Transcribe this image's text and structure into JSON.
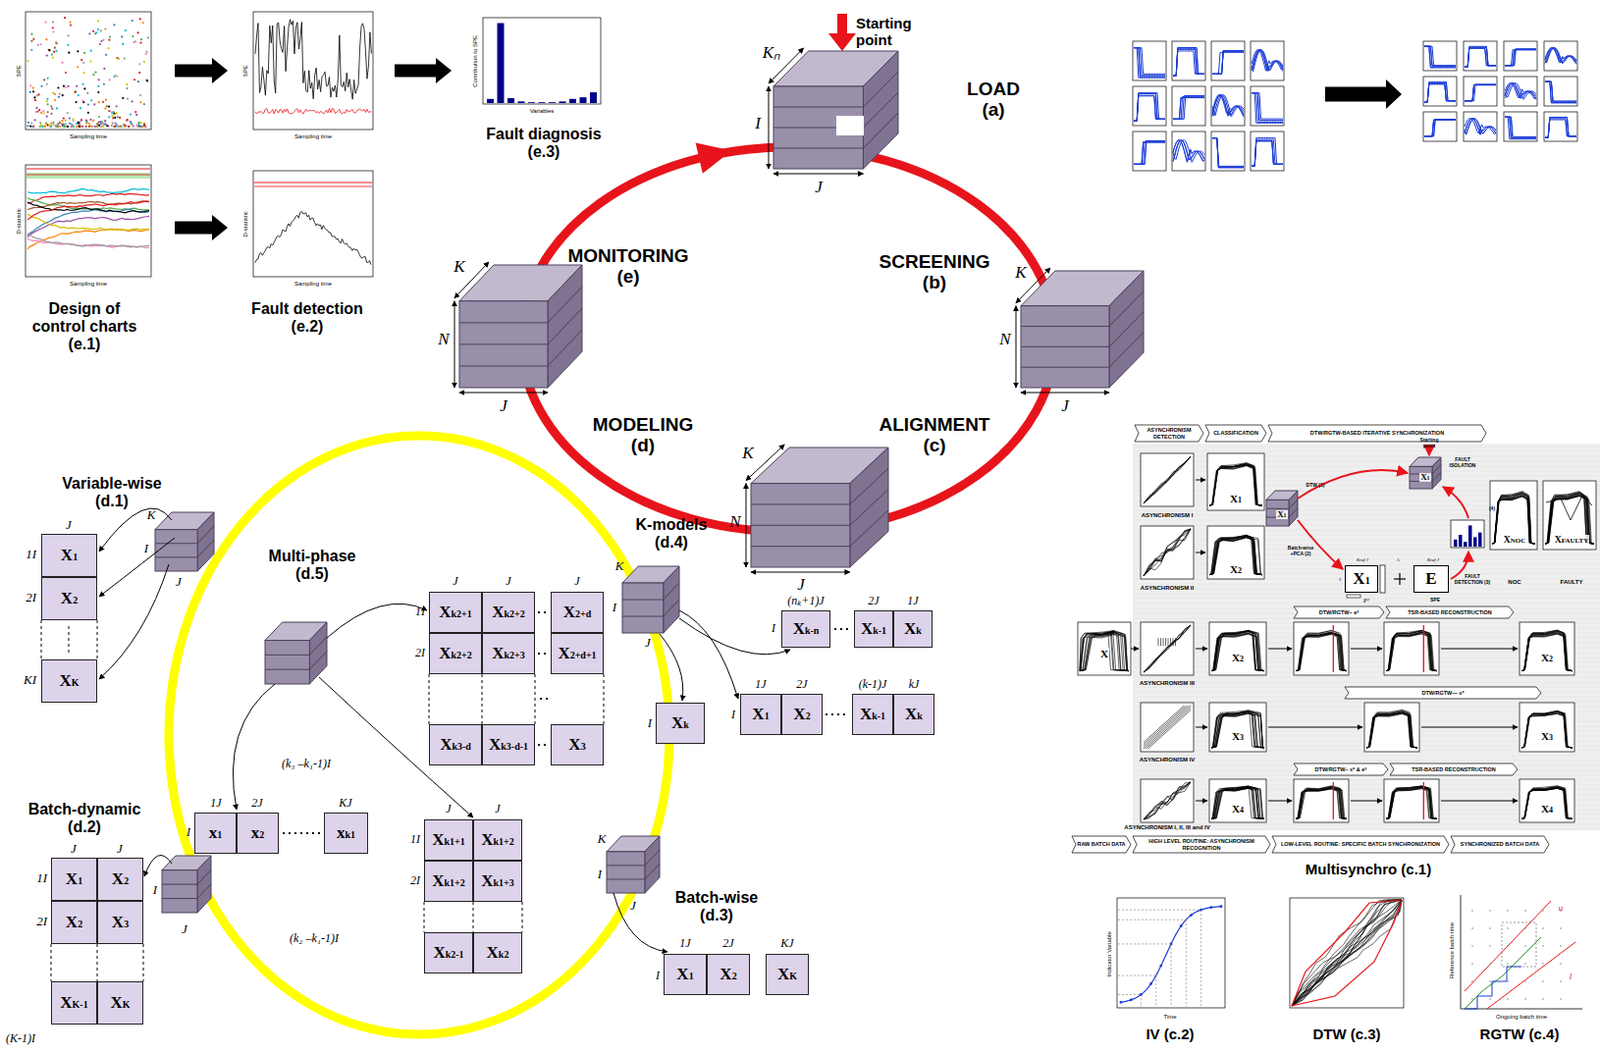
{
  "diagram": {
    "nodes": [
      {
        "text": [
          "X1"
        ]
      },
      {
        "text": [
          "X2"
        ]
      },
      {
        "text": [
          "XK"
        ]
      },
      {
        "text": [
          "X1"
        ]
      },
      {
        "text": [
          "X2"
        ]
      },
      {
        "text": [
          "X2"
        ]
      },
      {
        "text": [
          "X3"
        ]
      },
      {
        "text": [
          "XK-1"
        ]
      },
      {
        "text": [
          "XK"
        ]
      },
      {
        "text": [
          "x1"
        ]
      },
      {
        "text": [
          "x2"
        ]
      },
      {
        "text": [
          "xk1"
        ]
      },
      {
        "text": [
          "Xk2+1"
        ]
      },
      {
        "text": [
          "Xk2+2"
        ]
      },
      {
        "text": [
          "X2+d"
        ]
      },
      {
        "text": [
          "Xk2+2"
        ]
      },
      {
        "text": [
          "Xk2+3"
        ]
      },
      {
        "text": [
          "X2+d+1"
        ]
      },
      {
        "text": [
          "Xk3-d"
        ]
      },
      {
        "text": [
          "Xk3-d-1"
        ]
      },
      {
        "text": [
          "X3"
        ]
      },
      {
        "text": [
          "Xk1+1"
        ]
      },
      {
        "text": [
          "Xk1+2"
        ]
      },
      {
        "text": [
          "Xk1+2"
        ]
      },
      {
        "text": [
          "Xk1+3"
        ]
      },
      {
        "text": [
          "Xk2-1"
        ]
      },
      {
        "text": [
          "Xk2"
        ]
      },
      {
        "text": [
          "Xk"
        ]
      },
      {
        "text": [
          "Xk-n"
        ]
      },
      {
        "text": [
          "Xk-1"
        ]
      },
      {
        "text": [
          "Xk"
        ]
      },
      {
        "text": [
          "X1"
        ]
      },
      {
        "text": [
          "X2"
        ]
      },
      {
        "text": [
          "Xk-1"
        ]
      },
      {
        "text": [
          "Xk"
        ]
      },
      {
        "text": [
          "X1"
        ]
      },
      {
        "text": [
          "X2"
        ]
      },
      {
        "text": [
          "XK"
        ]
      },
      {
        "text": [
          "ASYNCHRONISM DETECTION"
        ]
      },
      {
        "text": [
          "CLASSIFICATION"
        ]
      },
      {
        "text": [
          "DTW/RGTW-BASED ITERATIVE SYNCHRONIZATION"
        ]
      },
      {
        "text": [
          "X1"
        ]
      },
      {
        "text": [
          "E"
        ]
      },
      {
        "text": [
          "DTW/RGTW– eˢ"
        ]
      },
      {
        "text": [
          "TSR-BASED RECONSTRUCTION"
        ]
      },
      {
        "text": [
          "DTW/RGTW— s*"
        ]
      },
      {
        "text": [
          "DTW/RGTW– s* & eˢ"
        ]
      },
      {
        "text": [
          "TSR-BASED RECONSTRUCTION"
        ]
      },
      {
        "text": [
          "RAW BATCH DATA"
        ]
      },
      {
        "text": [
          "HIGH LEVEL ROUTINE: ASYNCHRONISM RECOGNITION"
        ]
      },
      {
        "text": [
          "LOW-LEVEL ROUTINE: SPECIFIC BATCH SYNCHRONIZATION"
        ]
      },
      {
        "text": [
          "SYNCHRONIZED BATCH DATA"
        ]
      }
    ],
    "labels": [
      "Design of control charts (e.1)",
      "Fault detection (e.2)",
      "Fault diagnosis (e.3)",
      "SPE",
      "Sampling time",
      "SPE",
      "Sampling time",
      "Contribution to SPE",
      "Variables",
      "D-statistic",
      "Sampling time",
      "D-statistic",
      "Sampling time",
      "Starting point",
      "LOAD (a)",
      "SCREENING (b)",
      "ALIGNMENT (c)",
      "MODELING (d)",
      "MONITORING (e)",
      "Kₙ",
      "I",
      "J",
      "K",
      "N",
      "J",
      "K",
      "N",
      "J",
      "K",
      "N",
      "J",
      "Variable-wise (d.1)",
      "J",
      "1I",
      "2I",
      "KI",
      "K",
      "I",
      "J",
      "Batch-dynamic (d.2)",
      "J",
      "J",
      "1I",
      "2I",
      "(K-1)I",
      "I",
      "J",
      "Multi-phase (d.5)",
      "1J",
      "2J",
      "KJ",
      "I",
      "(k₃ –k₁-1)I",
      "(k₂ –k₁-1)I",
      "J",
      "J",
      "J",
      "1I",
      "2I",
      "J",
      "J",
      "1I",
      "2I",
      "K-models (d.4)",
      "K",
      "I",
      "J",
      "I",
      "(nₖ+1)J",
      "2J",
      "1J",
      "I",
      "1J",
      "2J",
      "(k-1)J",
      "kJ",
      "I",
      "Batch-wise (d.3)",
      "K",
      "I",
      "J",
      "1J",
      "2J",
      "KJ",
      "I",
      "ASYNCHRONISM I",
      "ASYNCHRONISM II",
      "Starting point",
      "FAULT ISOLATION",
      "DTW (1)",
      "Batch-wise +PCA (2)",
      "(4)",
      "FAULT DETECTION (3)",
      "Kref J",
      "A",
      "Kref J",
      "I",
      "Pᵀ",
      "SPE",
      "NOC",
      "FAULTY",
      "XNOC",
      "XFAULTY",
      "X1",
      "X2",
      "X1",
      "X1",
      "X",
      "ASYNCHRONISM III",
      "X2",
      "X2",
      "ASYNCHRONISM IV",
      "X3",
      "X3",
      "ASYNCHRONISM I, II, III and IV",
      "X4",
      "X4",
      "Multisynchro (c.1)",
      "IV (c.2)",
      "DTW (c.3)",
      "RGTW (c.4)",
      "Indicator Variable",
      "Time",
      "Reference batch time",
      "Ongoing batch time",
      "u",
      "l"
    ]
  }
}
